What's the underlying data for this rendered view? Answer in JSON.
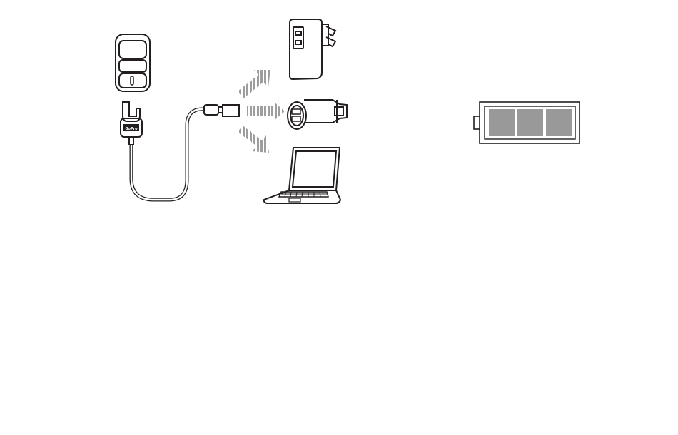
{
  "diagram": {
    "device": {
      "icon": "remote-control-icon"
    },
    "connector": {
      "icon": "charging-clip-icon",
      "label": "GoPro"
    },
    "cable": {
      "icon": "usb-cable-icon"
    },
    "chargers": [
      {
        "icon": "wall-charger-icon"
      },
      {
        "icon": "car-charger-icon"
      },
      {
        "icon": "laptop-icon"
      }
    ],
    "battery": {
      "icon": "battery-icon",
      "charge_level": 1.0,
      "bars_filled": 3,
      "bars_total": 3
    }
  },
  "colors": {
    "stroke": "#231f20",
    "arrow": "#9d9d9d",
    "battery_fill": "#999999",
    "background": "#ffffff"
  }
}
